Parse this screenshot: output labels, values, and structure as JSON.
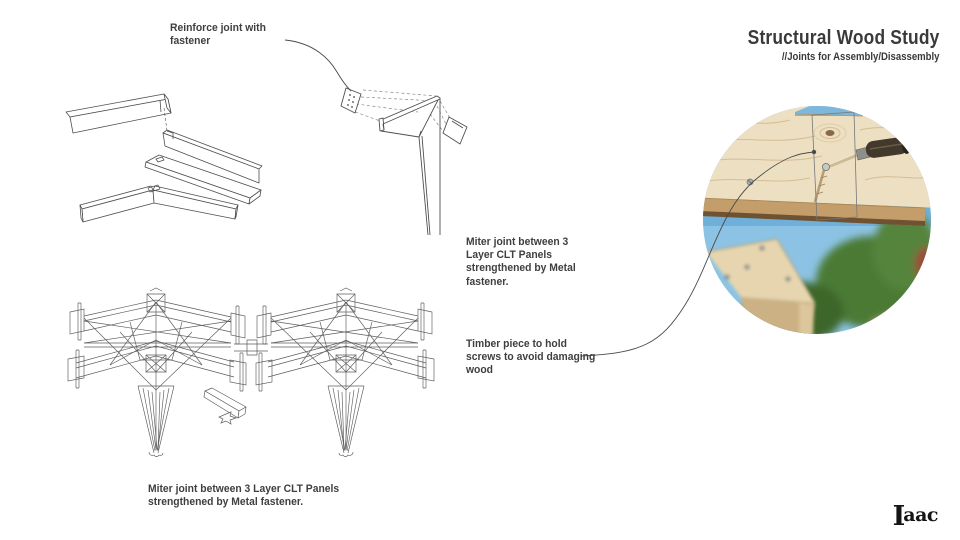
{
  "header": {
    "title": "Structural Wood Study",
    "subtitle": "//Joints for Assembly/Disassembly"
  },
  "annotations": {
    "reinforce_fastener": "Reinforce joint with\nfastener",
    "miter_joint_mid": "Miter joint between 3\nLayer CLT Panels\nstrengthened by Metal\nfastener.",
    "timber_piece": "Timber piece to hold\nscrews to avoid damaging\nwood",
    "miter_joint_bottom": "Miter joint between 3 Layer CLT Panels\nstrengthened by Metal fastener."
  },
  "logo": {
    "letter_i": "I",
    "letters_aac": "aac"
  },
  "palette": {
    "text": "#3f3f3f",
    "line_art": "#4f4f4f",
    "wood_face": "#ecdfc2",
    "wood_grain": "#d6bd94",
    "wood_edge": "#c49e6a",
    "wood_edge_shadow": "#6e5232",
    "sky": "#7db7dc",
    "foliage": "#4c7a36",
    "tool_handle": "#42382b",
    "metal": "#c6c8c4"
  }
}
